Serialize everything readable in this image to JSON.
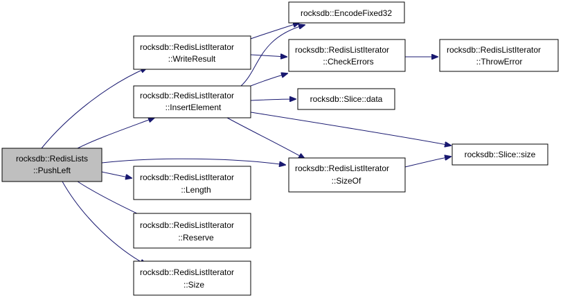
{
  "colors": {
    "node_fill": "#ffffff",
    "root_fill": "#bfbfbf",
    "border": "#000000",
    "edge": "#191970",
    "text": "#000000"
  },
  "nodes": {
    "push_left": {
      "line1": "rocksdb::RedisLists",
      "line2": "::PushLeft"
    },
    "write_result": {
      "line1": "rocksdb::RedisListIterator",
      "line2": "::WriteResult"
    },
    "insert_element": {
      "line1": "rocksdb::RedisListIterator",
      "line2": "::InsertElement"
    },
    "length": {
      "line1": "rocksdb::RedisListIterator",
      "line2": "::Length"
    },
    "reserve": {
      "line1": "rocksdb::RedisListIterator",
      "line2": "::Reserve"
    },
    "size": {
      "line1": "rocksdb::RedisListIterator",
      "line2": "::Size"
    },
    "encode_fixed32": {
      "line1": "rocksdb::EncodeFixed32"
    },
    "check_errors": {
      "line1": "rocksdb::RedisListIterator",
      "line2": "::CheckErrors"
    },
    "slice_data": {
      "line1": "rocksdb::Slice::data"
    },
    "size_of": {
      "line1": "rocksdb::RedisListIterator",
      "line2": "::SizeOf"
    },
    "throw_error": {
      "line1": "rocksdb::RedisListIterator",
      "line2": "::ThrowError"
    },
    "slice_size": {
      "line1": "rocksdb::Slice::size"
    }
  }
}
